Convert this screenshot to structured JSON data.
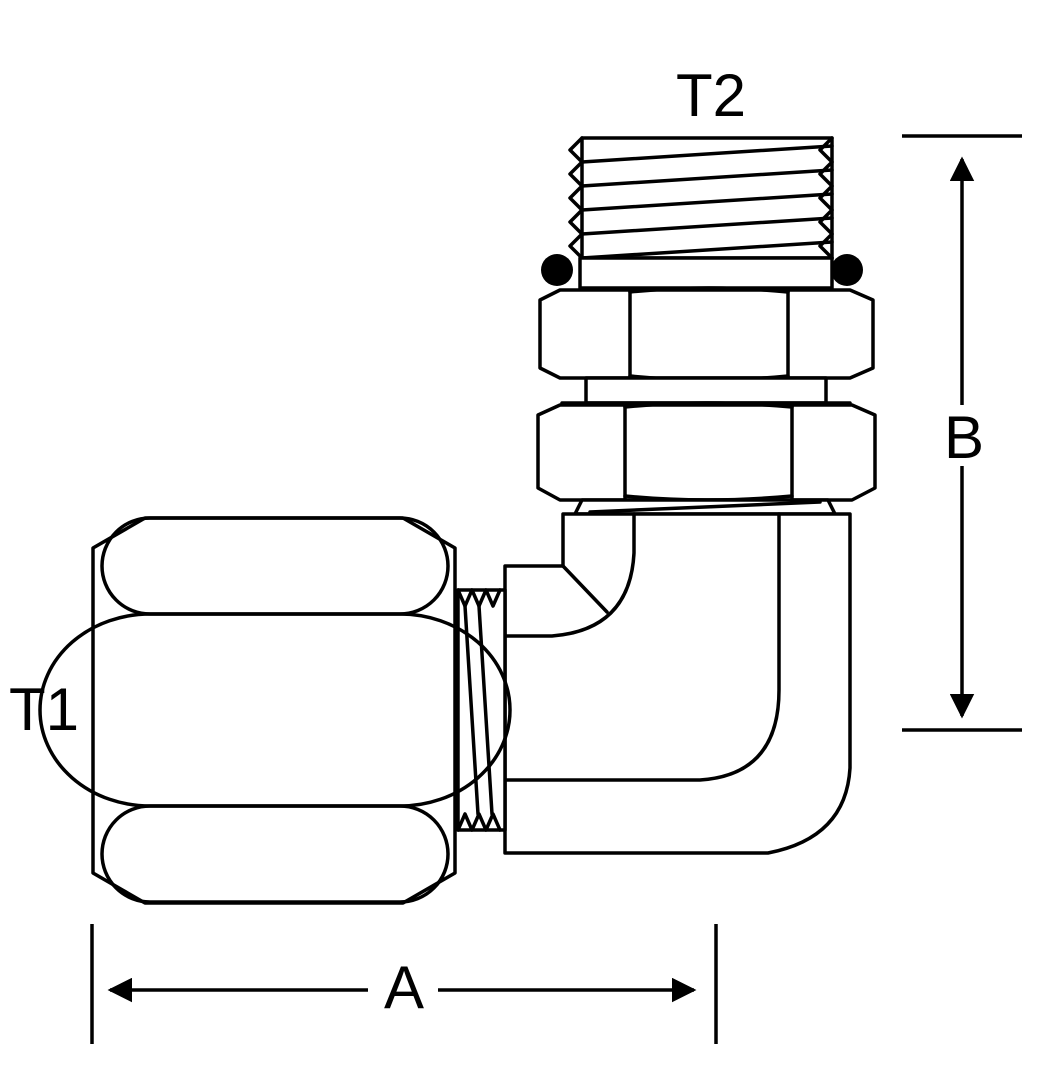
{
  "labels": {
    "t1": "T1",
    "t2": "T2",
    "a": "A",
    "b": "B"
  },
  "colors": {
    "line": "#000000",
    "background": "#ffffff"
  }
}
